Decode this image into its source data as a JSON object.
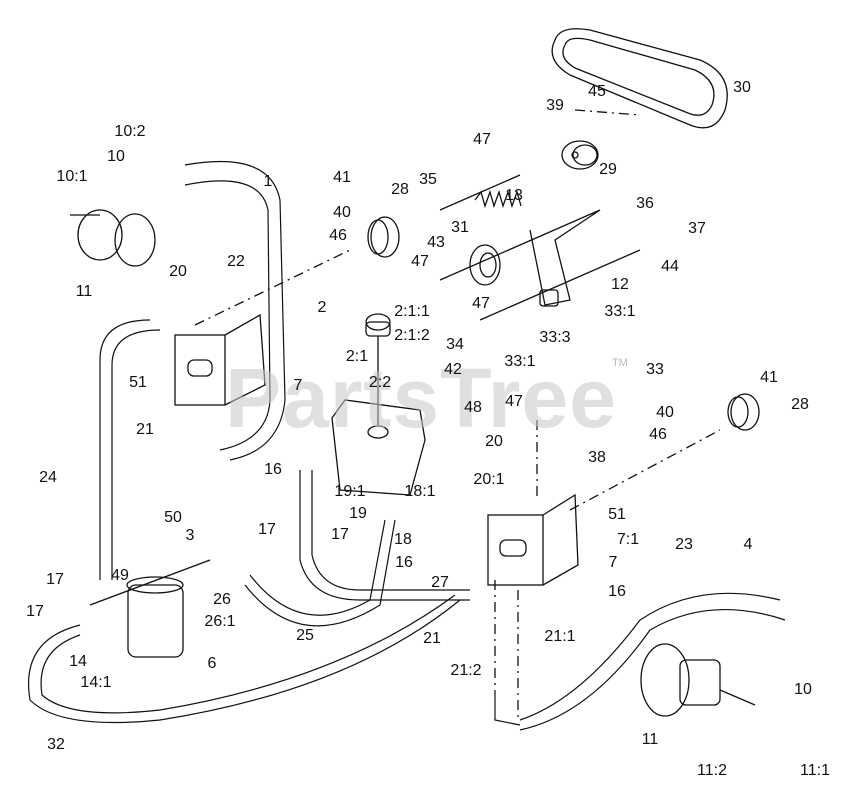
{
  "watermark": {
    "text": "PartsTree",
    "tm": "TM"
  },
  "callouts": [
    "30",
    "45",
    "39",
    "29",
    "47",
    "13",
    "35",
    "36",
    "37",
    "41",
    "28",
    "40",
    "46",
    "10:2",
    "10",
    "10:1",
    "1",
    "22",
    "11",
    "31",
    "43",
    "47",
    "44",
    "12",
    "33:1",
    "47",
    "33:3",
    "33:1",
    "33",
    "20",
    "2:1:1",
    "2",
    "2:1:2",
    "2:1",
    "34",
    "2:2",
    "42",
    "51",
    "48",
    "47",
    "41",
    "40",
    "28",
    "46",
    "7",
    "21",
    "16",
    "20",
    "38",
    "24",
    "19:1",
    "18:1",
    "20:1",
    "51",
    "19",
    "50",
    "3",
    "17",
    "18",
    "7:1",
    "17",
    "23",
    "4",
    "16",
    "7",
    "49",
    "17",
    "27",
    "26",
    "16",
    "17",
    "26:1",
    "25",
    "21",
    "21:1",
    "14",
    "6",
    "14:1",
    "21:2",
    "10",
    "32",
    "11",
    "11:2",
    "11:1"
  ],
  "colors": {
    "line": "#111111",
    "watermark": "#c8c8c8"
  }
}
